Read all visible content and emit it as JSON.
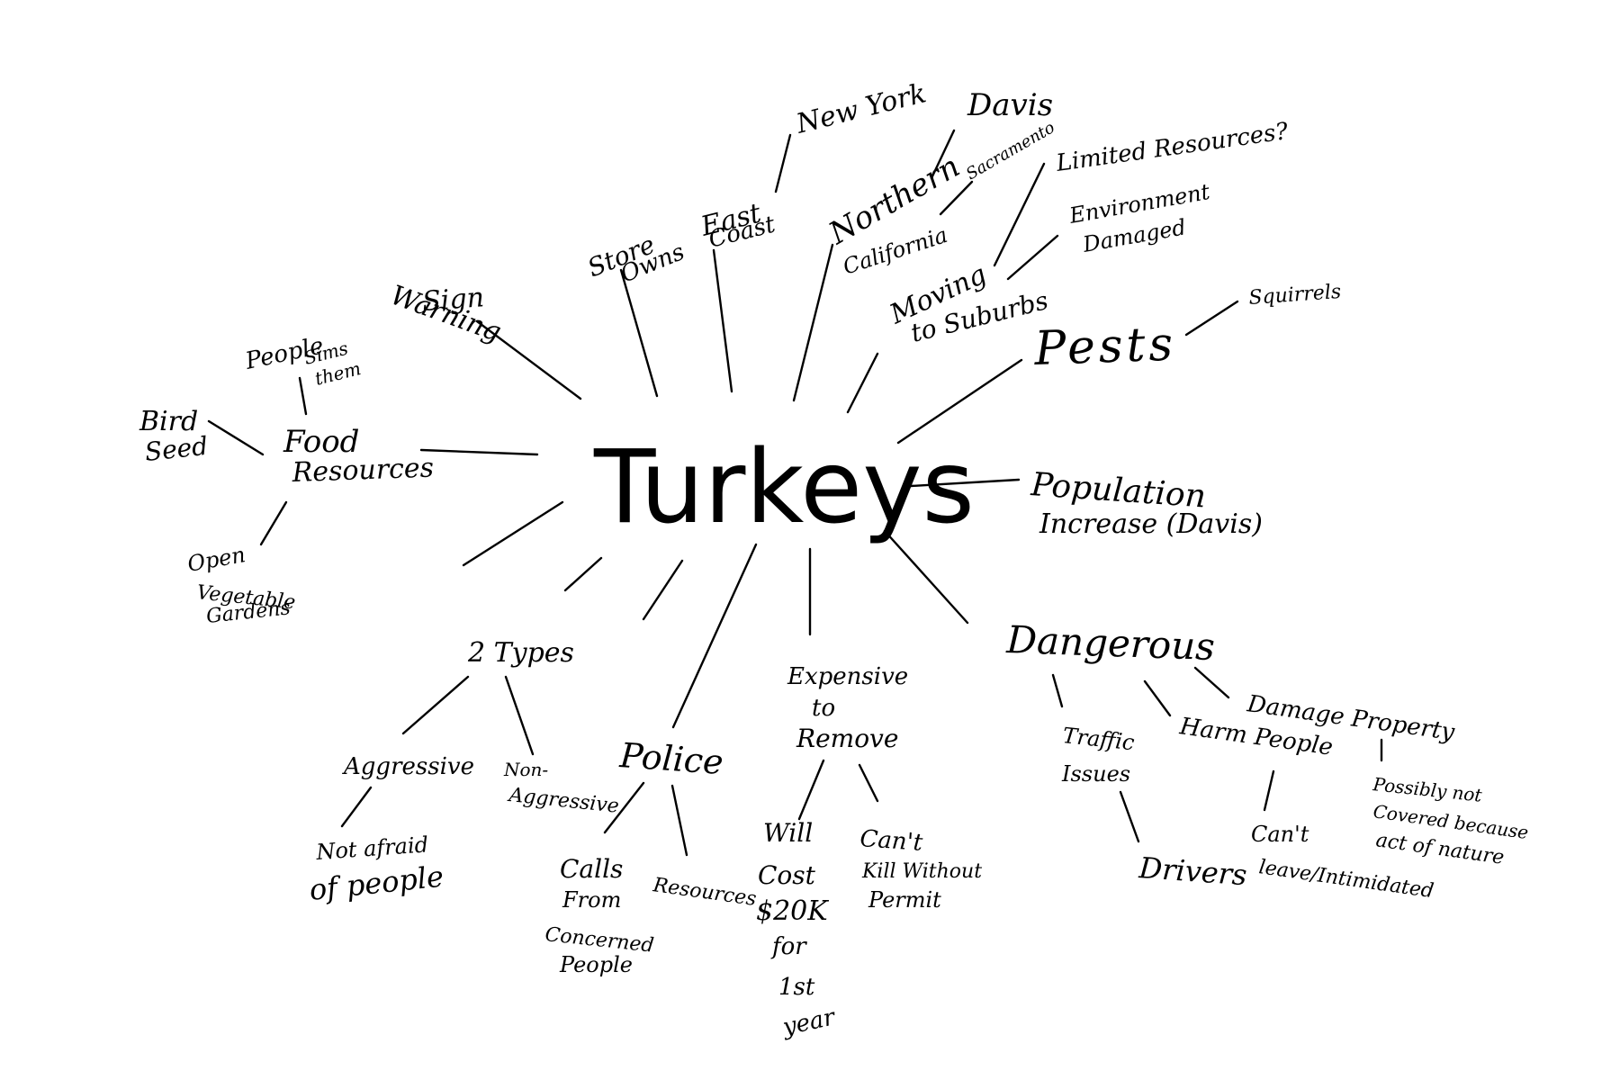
{
  "center": "Turkeys",
  "nodes": {
    "new_york": "New York",
    "davis": "Davis",
    "sacramento": "Sacramento",
    "limited_resources": "Limited Resources?",
    "environment": "Environment",
    "damaged": "Damaged",
    "store": "Store",
    "owns": "Owns",
    "east": "East",
    "coast": "Coast",
    "northern": "Northern",
    "california": "California",
    "moving": "Moving",
    "to_suburbs": "to Suburbs",
    "warning": "Warning",
    "sign": "Sign",
    "people": "People",
    "sims": "Sims",
    "them": "them",
    "bird": "Bird",
    "seed": "Seed",
    "food": "Food",
    "resources": "Resources",
    "open": "Open",
    "vegetable": "Vegetable",
    "gardens": "Gardens",
    "pests": "Pests",
    "squirrels": "Squirrels",
    "population": "Population",
    "increase": "Increase (Davis)",
    "two_types": "2 Types",
    "aggressive": "Aggressive",
    "non": "Non-",
    "non_aggressive": "Aggressive",
    "not_afraid": "Not afraid",
    "of_people": "of people",
    "police": "Police",
    "calls": "Calls",
    "from": "From",
    "concerned": "Concerned",
    "people2": "People",
    "resources2": "Resources",
    "expensive": "Expensive",
    "to": "to",
    "remove": "Remove",
    "will": "Will",
    "cost": "Cost",
    "amount": "$20K",
    "for": "for",
    "first": "1st",
    "year": "year",
    "cant": "Can't",
    "kill_without": "Kill Without",
    "permit": "Permit",
    "dangerous": "Dangerous",
    "traffic": "Traffic",
    "issues": "Issues",
    "drivers": "Drivers",
    "harm_people": "Harm People",
    "cant2": "Can't",
    "leave": "leave/Intimidated",
    "damage_property": "Damage Property",
    "possibly_not": "Possibly not",
    "covered_because": "Covered because",
    "act_of_nature": "act of nature"
  }
}
